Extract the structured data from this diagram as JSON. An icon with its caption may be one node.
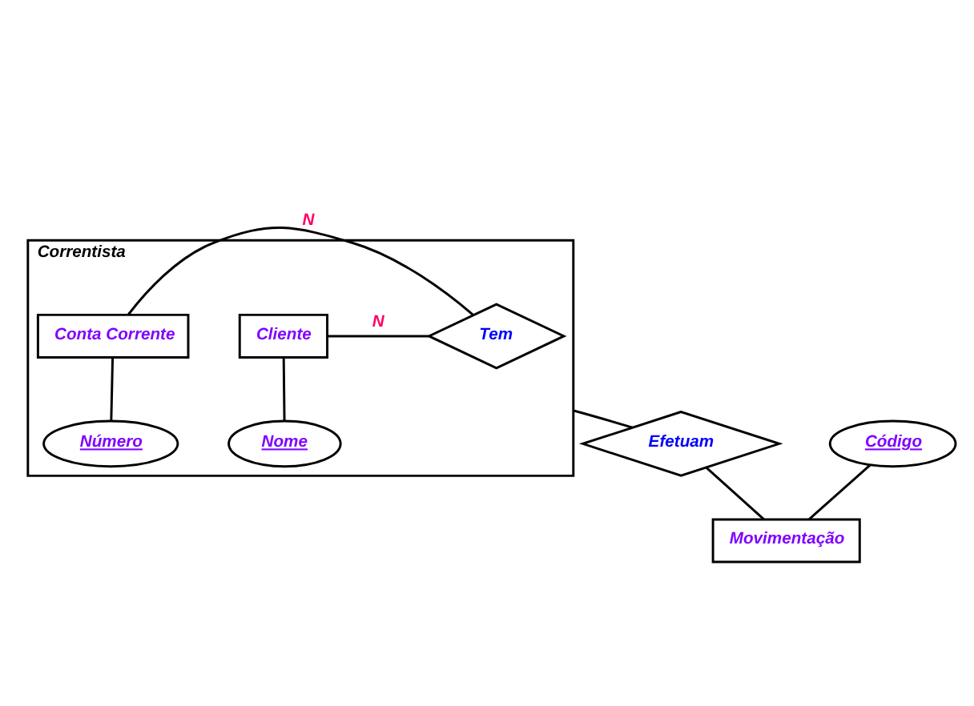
{
  "diagram": {
    "nodes": [
      {
        "text": [
          "Correntista"
        ]
      },
      {
        "text": [
          "Cliente"
        ],
        "in": 0
      },
      {
        "text": [
          "Tem"
        ],
        "in": 0
      },
      {
        "text": [
          "Conta Corrente"
        ],
        "in": 0
      },
      {
        "text": [
          "Nome"
        ],
        "in": 0
      },
      {
        "text": [
          "Número"
        ],
        "in": 0
      },
      {
        "text": [
          "Efetuam"
        ]
      },
      {
        "text": [
          "Movimentação"
        ]
      },
      {
        "text": [
          "Código"
        ]
      }
    ],
    "edges": [
      {
        "from": 1,
        "to": 2,
        "arrow": "none",
        "label": "N"
      },
      {
        "from": 2,
        "to": 3,
        "arrow": "none",
        "label": "N"
      },
      {
        "from": 1,
        "to": 4,
        "arrow": "none"
      },
      {
        "from": 3,
        "to": 5,
        "arrow": "none"
      },
      {
        "from": 0,
        "to": 6,
        "arrow": "none"
      },
      {
        "from": 6,
        "to": 7,
        "arrow": "none"
      },
      {
        "from": 8,
        "to": 7,
        "arrow": "none"
      }
    ]
  }
}
